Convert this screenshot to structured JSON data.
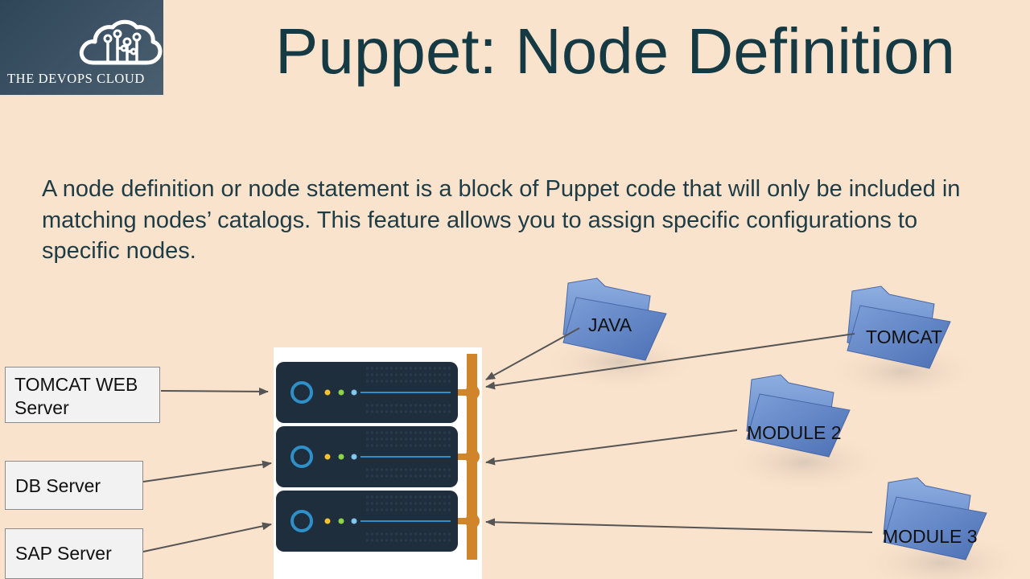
{
  "logo": {
    "text": "THE DEVOPS CLOUD",
    "icon": "cloud-circuit-icon"
  },
  "title": "Puppet: Node Definition",
  "description": "A node definition or node statement is a block of Puppet code that will only be included in matching nodes’ catalogs. This feature allows you to assign specific configurations to specific nodes.",
  "servers": [
    {
      "line1": "TOMCAT WEB",
      "line2": "Server"
    },
    {
      "line1": "DB Server",
      "line2": ""
    },
    {
      "line1": "SAP Server",
      "line2": ""
    }
  ],
  "folders": [
    {
      "label": "JAVA",
      "icon": "folder-icon"
    },
    {
      "label": "TOMCAT",
      "icon": "folder-icon"
    },
    {
      "label": "MODULE 2",
      "icon": "folder-icon"
    },
    {
      "label": "MODULE 3",
      "icon": "folder-icon"
    }
  ],
  "colors": {
    "background": "#fae3cc",
    "title": "#163a44",
    "folder": "#6b8fcf",
    "server_unit": "#1f2e3d",
    "server_bus": "#d1852b",
    "arrow": "#555555"
  }
}
